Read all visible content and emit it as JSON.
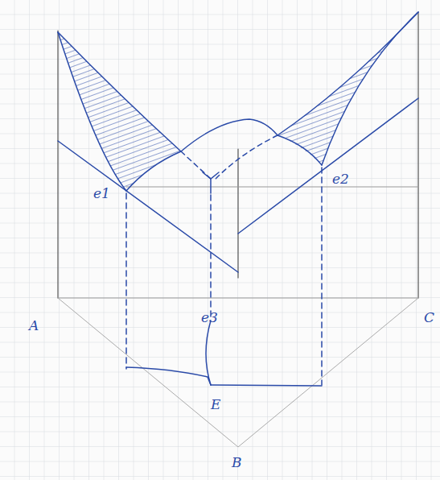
{
  "diagram": {
    "labels": [
      "e1",
      "e2",
      "e3",
      "E",
      "A",
      "B",
      "C"
    ]
  }
}
